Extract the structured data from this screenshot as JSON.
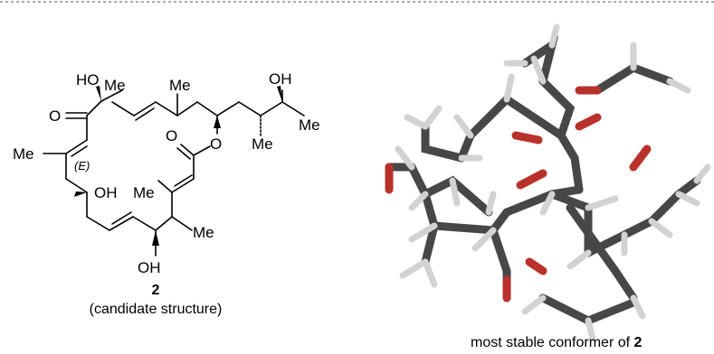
{
  "structure": {
    "atom_labels": {
      "ho_top": "HO",
      "me_top1": "Me",
      "me_top2": "Me",
      "oh_top_right": "OH",
      "me_far_right": "Me",
      "o_ketone": "O",
      "me_left": "Me",
      "stereo_e": "(E)",
      "o_ester_carbonyl": "O",
      "o_ester": "O",
      "me_lower_right": "Me",
      "oh_mid": "OH",
      "me_mid": "Me",
      "me_ring_bottom": "Me",
      "oh_bottom": "OH"
    },
    "compound_number": "2",
    "caption": "(candidate structure)"
  },
  "conformer": {
    "caption_prefix": "most stable conformer of ",
    "compound_number": "2"
  },
  "colors": {
    "carbon": "#4a4a4a",
    "hydrogen": "#d8d8d8",
    "oxygen": "#c0302a",
    "dash_border": "#555555"
  }
}
